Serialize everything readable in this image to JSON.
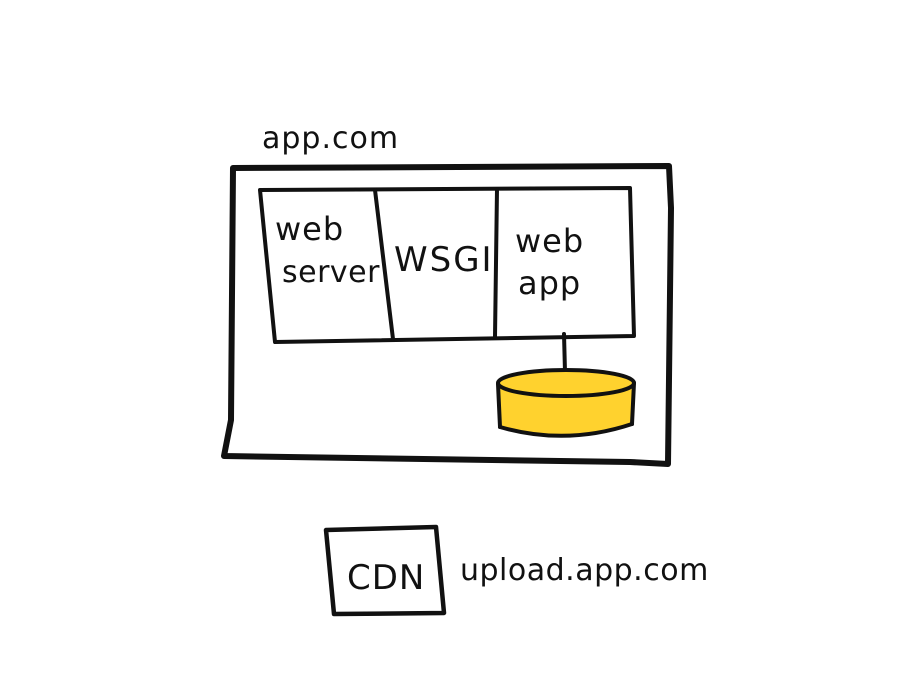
{
  "colors": {
    "ink": "#111111",
    "database_fill": "#FFD22E",
    "background": "#ffffff"
  },
  "labels": {
    "domain": "app.com",
    "web_server_line1": "web",
    "web_server_line2": "server",
    "wsgi": "WSGI",
    "web_app_line1": "web",
    "web_app_line2": "app",
    "cdn": "CDN",
    "upload_domain": "upload.app.com"
  }
}
